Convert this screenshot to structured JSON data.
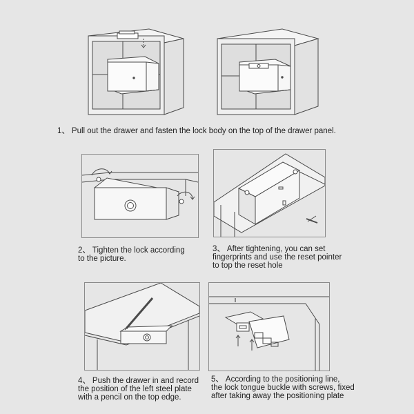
{
  "steps": [
    {
      "number": "1、",
      "lines": [
        "Pull out the drawer and fasten the lock body on the top of the drawer panel."
      ]
    },
    {
      "number": "2、",
      "lines": [
        "Tighten the lock according",
        "to the picture."
      ]
    },
    {
      "number": "3、",
      "lines": [
        "After tightening, you can set",
        "fingerprints and use the reset pointer",
        "to top the reset hole"
      ]
    },
    {
      "number": "4、",
      "lines": [
        "Push the drawer in and record",
        "the position of the left steel plate",
        "with a pencil on the top edge."
      ]
    },
    {
      "number": "5、",
      "lines": [
        "According to the positioning line,",
        "the lock tongue buckle with screws, fixed",
        "after taking away the positioning plate"
      ]
    }
  ],
  "colors": {
    "background": "#e6e6e6",
    "line": "#4a4a4a",
    "panel": "#f4f4f4"
  }
}
